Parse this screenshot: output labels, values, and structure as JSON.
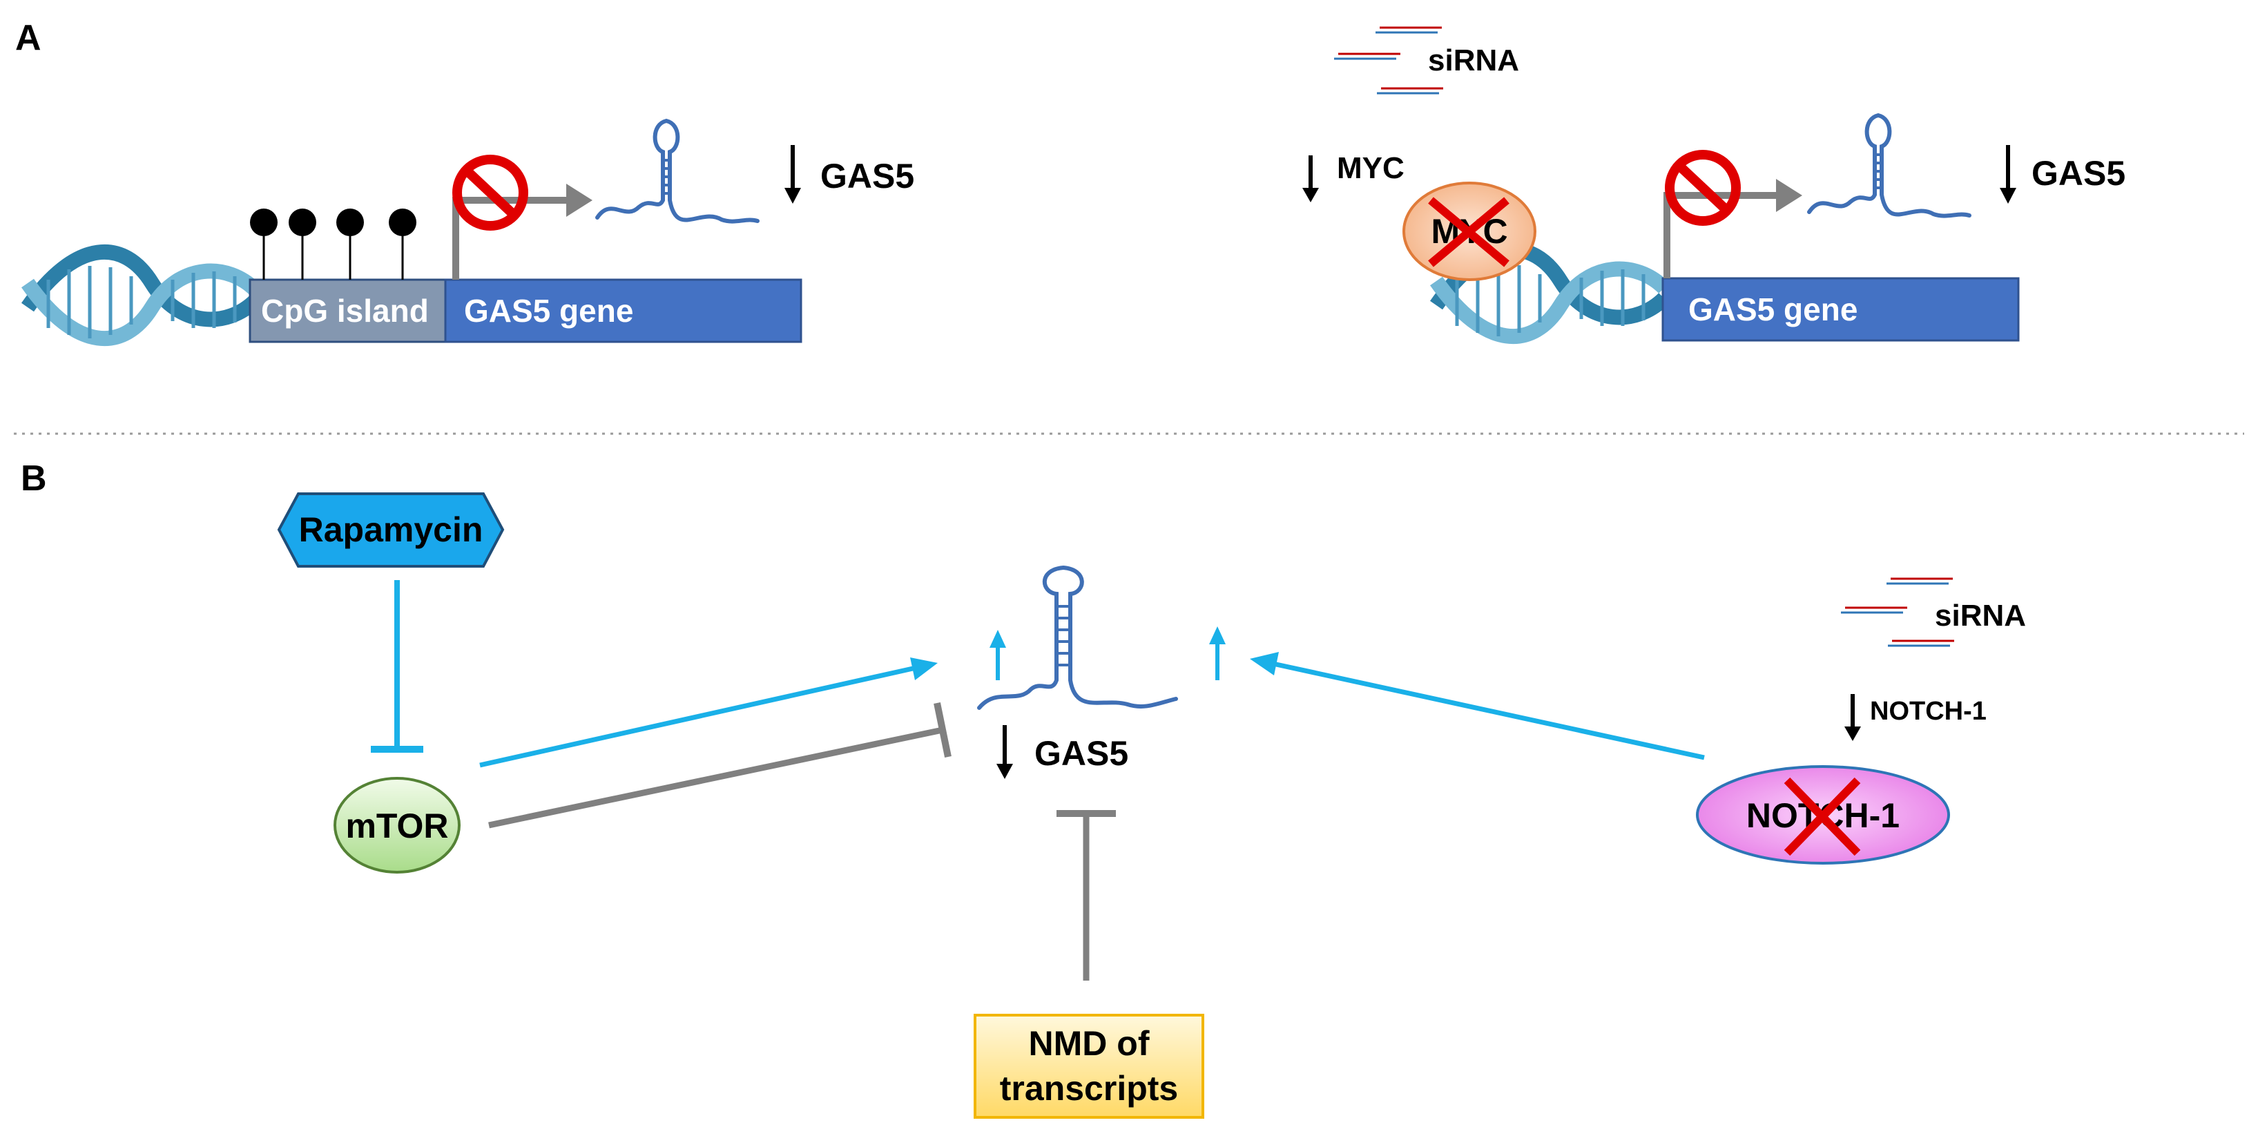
{
  "panels": {
    "a": "A",
    "b": "B"
  },
  "panel_a": {
    "left": {
      "cpg_label": "CpG island",
      "gene_label": "GAS5 gene",
      "gas5_label": "GAS5"
    },
    "right": {
      "sirna_label": "siRNA",
      "myc_down_label": "MYC",
      "myc_protein_label": "MYC",
      "gene_label": "GAS5 gene",
      "gas5_label": "GAS5"
    }
  },
  "panel_b": {
    "rapamycin_label": "Rapamycin",
    "mtor_label": "mTOR",
    "gas5_label": "GAS5",
    "nmd_line1": "NMD of",
    "nmd_line2": "transcripts",
    "sirna_label": "siRNA",
    "notch_down_label": "NOTCH-1",
    "notch_protein_label": "NOTCH-1"
  },
  "colors": {
    "gene_blue": "#4472c4",
    "cpg_grey": "#8497b0",
    "activation_cyan": "#1ab0e8",
    "inhibition_grey": "#808080",
    "rapamycin_fill": "#1aa7ec",
    "mtor_fill": "#c6efb0",
    "myc_fill": "#f8cbad",
    "notch_fill": "#ee82ee",
    "nmd_fill": "#ffe699",
    "block_red": "#e00000"
  },
  "icons": [
    "dna-helix-icon",
    "rna-hairpin-icon",
    "sirna-duplex-icon",
    "no-entry-icon",
    "methyl-lollipop-icon",
    "down-arrow-icon",
    "up-arrow-icon",
    "red-x-icon"
  ]
}
